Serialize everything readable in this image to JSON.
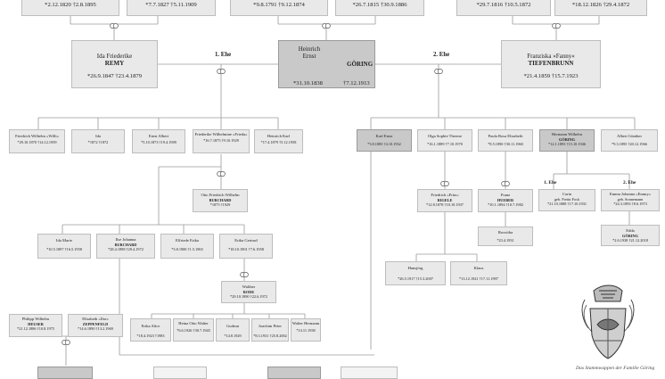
{
  "top_row": [
    {
      "id": "t1",
      "dates": "*2.12.1820 †2.8.1895"
    },
    {
      "id": "t2",
      "dates": "*7.7.1827 †5.11.1909"
    },
    {
      "id": "t3",
      "dates": "*9.8.1791 †9.12.1874"
    },
    {
      "id": "t4",
      "dates": "*26.7.1815 †30.9.1886"
    },
    {
      "id": "t5",
      "dates": "*29.7.1816 †10.5.1872"
    },
    {
      "id": "t6",
      "dates": "*18.12.1826 †29.4.1872"
    }
  ],
  "main": {
    "remy": {
      "given": "Ida Friederike",
      "surname": "REMY",
      "dates": "*26.9.1847 †23.4.1879"
    },
    "goering": {
      "given": "Heinrich Ernst",
      "surname": "GÖRING",
      "born": "*31.10.1838",
      "died": "†7.12.1913"
    },
    "tiefenbrunn": {
      "given": "Franziska »Fanny«",
      "surname": "TIEFENBRUNN",
      "dates": "*21.4.1859 †15.7.1923"
    },
    "marriage1": "1. Ehe",
    "marriage2": "2. Ehe"
  },
  "children1": [
    {
      "id": "c1",
      "given": "Friedrich Wilhelm »Willi«",
      "dates": "*29.10.1870 †14.12.1959"
    },
    {
      "id": "c2",
      "given": "Ida",
      "dates": "*1872 †1872"
    },
    {
      "id": "c3",
      "given": "Ernst Albert",
      "dates": "*5.10.1873 †19.4.1909"
    },
    {
      "id": "c4",
      "given": "Friederike Wilhelmine »Frieda«",
      "dates": "*16.7.1875 †9.10.1929"
    },
    {
      "id": "c5",
      "given": "Heinrich Karl",
      "dates": "*17.4.1879 †5.12.1958"
    }
  ],
  "children2": [
    {
      "id": "d1",
      "given": "Karl Ernst",
      "dates": "*3.8.1885 †4.10.1932"
    },
    {
      "id": "d2",
      "given": "Olga Sophie Therese",
      "dates": "*16.1.1889 †7.10.1970"
    },
    {
      "id": "d3",
      "given": "Paula Rosa Elisabeth",
      "dates": "*8.5.1890 †30.11.1960"
    },
    {
      "id": "d4",
      "given": "Hermann Wilhelm",
      "surname": "GÖRING",
      "dates": "*12.1.1893 †15.10.1946"
    },
    {
      "id": "d5",
      "given": "Albert Günther",
      "dates": "*9.3.1895 †20.12.1966"
    }
  ],
  "burchard": {
    "given": "Otto Friedrich Wilhelm",
    "surname": "BURCHARD",
    "dates": "*1875 †1929"
  },
  "gen3": [
    {
      "id": "g1",
      "given": "Ida Marie",
      "dates": "*10.5.1897 †16.5.1958"
    },
    {
      "id": "g2",
      "given": "Ilse Johanna",
      "surname": "BURCHARD",
      "dates": "*28.4.1898 †29.4.1972"
    },
    {
      "id": "g3",
      "given": "Elfriede Erika",
      "dates": "*3.8.1900 †1.5.1965"
    },
    {
      "id": "g4",
      "given": "Erika Gertrud",
      "dates": "*18.10.1901 †7.6.1958"
    }
  ],
  "rode": {
    "given": "Walther",
    "surname": "RODE",
    "dates": "*29.10.1890 †22.6.1972"
  },
  "rigele": {
    "given": "Friedrich »Fritz«",
    "surname": "RIGELE",
    "dates": "*12.8.1878 †10.10.1937"
  },
  "hueber": {
    "given": "Franz",
    "surname": "HUEBER",
    "dates": "*10.1.1894 †10.7.1982"
  },
  "rosvitha": {
    "given": "Rosvitha",
    "dates": "*23.4.1931"
  },
  "hansjoerg": {
    "given": "Hansjörg",
    "dates": "*26.5.1917 †15.3.2007"
  },
  "klaus": {
    "given": "Klaus",
    "dates": "*13.12.1921 †17.11.1997"
  },
  "ehe1": "1. Ehe",
  "ehe2": "2. Ehe",
  "carin": {
    "given": "Carin",
    "line2": "geb. Freiin Fock",
    "dates": "*21.10.1888 †17.10.1931"
  },
  "emmy": {
    "given": "Emma Johanna »Emmy«",
    "line2": "geb. Sonnemann",
    "dates": "*24.3.1893 †8.6.1973"
  },
  "edda": {
    "given": "Edda",
    "surname": "GÖRING",
    "dates": "*2.6.1938 †21.12.2018"
  },
  "heuser": {
    "given": "Philipp Wilhelm",
    "surname": "HEUSER",
    "dates": "*21.12.1886 †10.8.1975"
  },
  "zeppenfeld": {
    "given": "Elisabeth »Ilse«",
    "surname": "ZEPPENFELD",
    "dates": "*14.6.1890 †13.2.1969"
  },
  "gen4": [
    {
      "id": "h1",
      "given": "Erika Alice",
      "dates": "*18.4.1923 †1983"
    },
    {
      "id": "h2",
      "given": "Heinz Otto Walter",
      "dates": "*6.6.1926 †30.7.1945"
    },
    {
      "id": "h3",
      "given": "Gudrun",
      "dates": "*14.8.1929"
    },
    {
      "id": "h4",
      "given": "Joachim Peter",
      "dates": "*8.3.1931 †25.8.2002"
    },
    {
      "id": "h5",
      "given": "Walter Hermann",
      "dates": "*14.11.1938"
    }
  ],
  "footer": "Das Stammwappen der Familie Göring"
}
